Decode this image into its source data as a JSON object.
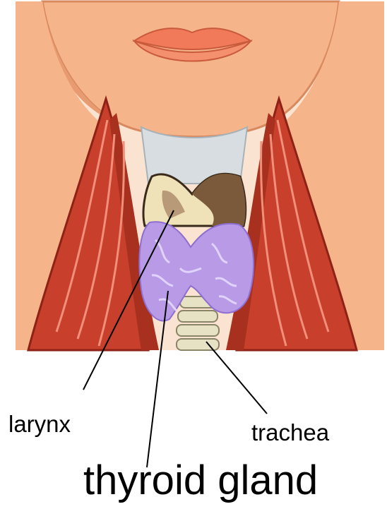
{
  "labels": {
    "larynx": "larynx",
    "trachea": "trachea",
    "thyroid": "thyroid gland"
  },
  "colors": {
    "skin": "#f5b48a",
    "skin_dark": "#e58a5c",
    "lips": "#f07a5a",
    "muscle": "#c8402c",
    "muscle_dark": "#8e2216",
    "cartilage": "#efe2b8",
    "cartilage_shadow": "#7a5a3a",
    "thyroid": "#b89ae6",
    "trachea": "#e8e2c4",
    "leader_line": "#000000"
  }
}
